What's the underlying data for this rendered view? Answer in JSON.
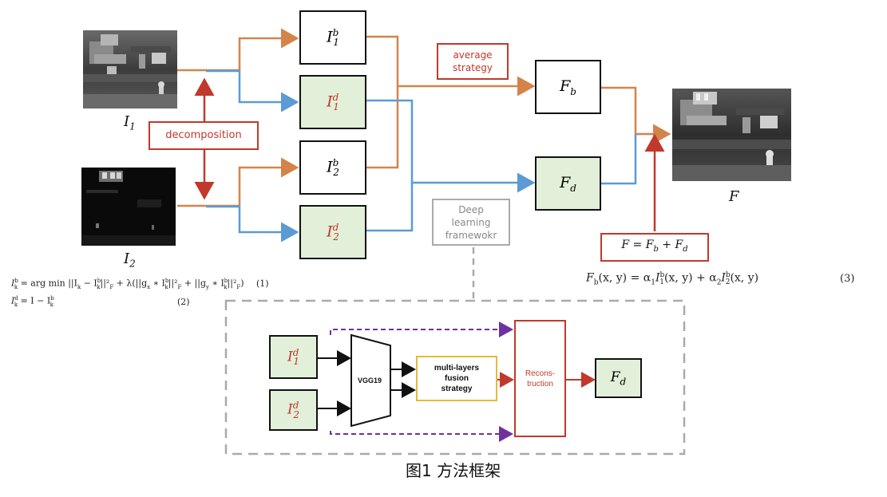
{
  "images": {
    "i1": {
      "caption": "I",
      "caption_sub": "1"
    },
    "i2": {
      "caption": "I",
      "caption_sub": "2"
    },
    "f": {
      "caption": "F"
    }
  },
  "nodes": {
    "i1b": {
      "sym": "I",
      "sub": "1",
      "sup": "b"
    },
    "i1d": {
      "sym": "I",
      "sub": "1",
      "sup": "d"
    },
    "i2b": {
      "sym": "I",
      "sub": "2",
      "sup": "b"
    },
    "i2d": {
      "sym": "I",
      "sub": "2",
      "sup": "d"
    },
    "fb": {
      "sym": "F",
      "sub": "b"
    },
    "fd": {
      "sym": "F",
      "sub": "d"
    }
  },
  "labels": {
    "decomposition": "decomposition",
    "average_line1": "average",
    "average_line2": "strategy",
    "fusion_eq": "F = F",
    "fusion_eq_b": "b",
    "fusion_eq_plus": " + F",
    "fusion_eq_d": "d",
    "deep_line1": "Deep",
    "deep_line2": "learning",
    "deep_line3": "framewokr"
  },
  "equations": {
    "eq1": "I",
    "eq1_rest": " = arg min ||I",
    "eq1_tail": " − I",
    "eq1_end": "||²",
    "eq1_mid": " + λ(||g",
    "eq1_mid2": " ∗ I",
    "eq1_mid3": "||²",
    "eq1_mid4": " + ||g",
    "eq1_mid5": " ∗ I",
    "eq1_mid6": "||²",
    "eq1_close": ")",
    "eq1_num": "(1)",
    "eq2_lhs": "I",
    "eq2_rhs": " = I − I",
    "eq2_num": "(2)",
    "eq3_main": "F",
    "eq3_rest": "(x, y) = α",
    "eq3_rest2": "I",
    "eq3_rest3": "(x, y) + α",
    "eq3_rest4": "I",
    "eq3_rest5": "(x, y)",
    "eq3_num": "(3)"
  },
  "bottom": {
    "in1": {
      "sym": "I",
      "sub": "1",
      "sup": "d"
    },
    "in2": {
      "sym": "I",
      "sub": "2",
      "sup": "d"
    },
    "vgg": "VGG19",
    "fusion_line1": "multi-layers",
    "fusion_line2": "fusion",
    "fusion_line3": "strategy",
    "recon_line1": "Recons-",
    "recon_line2": "truction",
    "out": {
      "sym": "F",
      "sub": "d"
    }
  },
  "figure_caption": "图1 方法框架",
  "colors": {
    "orange": "#d4844a",
    "blue": "#5b9bd5",
    "red": "#c0392b",
    "gray": "#aaaaaa",
    "purple": "#7030a0",
    "green_fill": "#e2f0d9",
    "yellow": "#e6b83c"
  }
}
